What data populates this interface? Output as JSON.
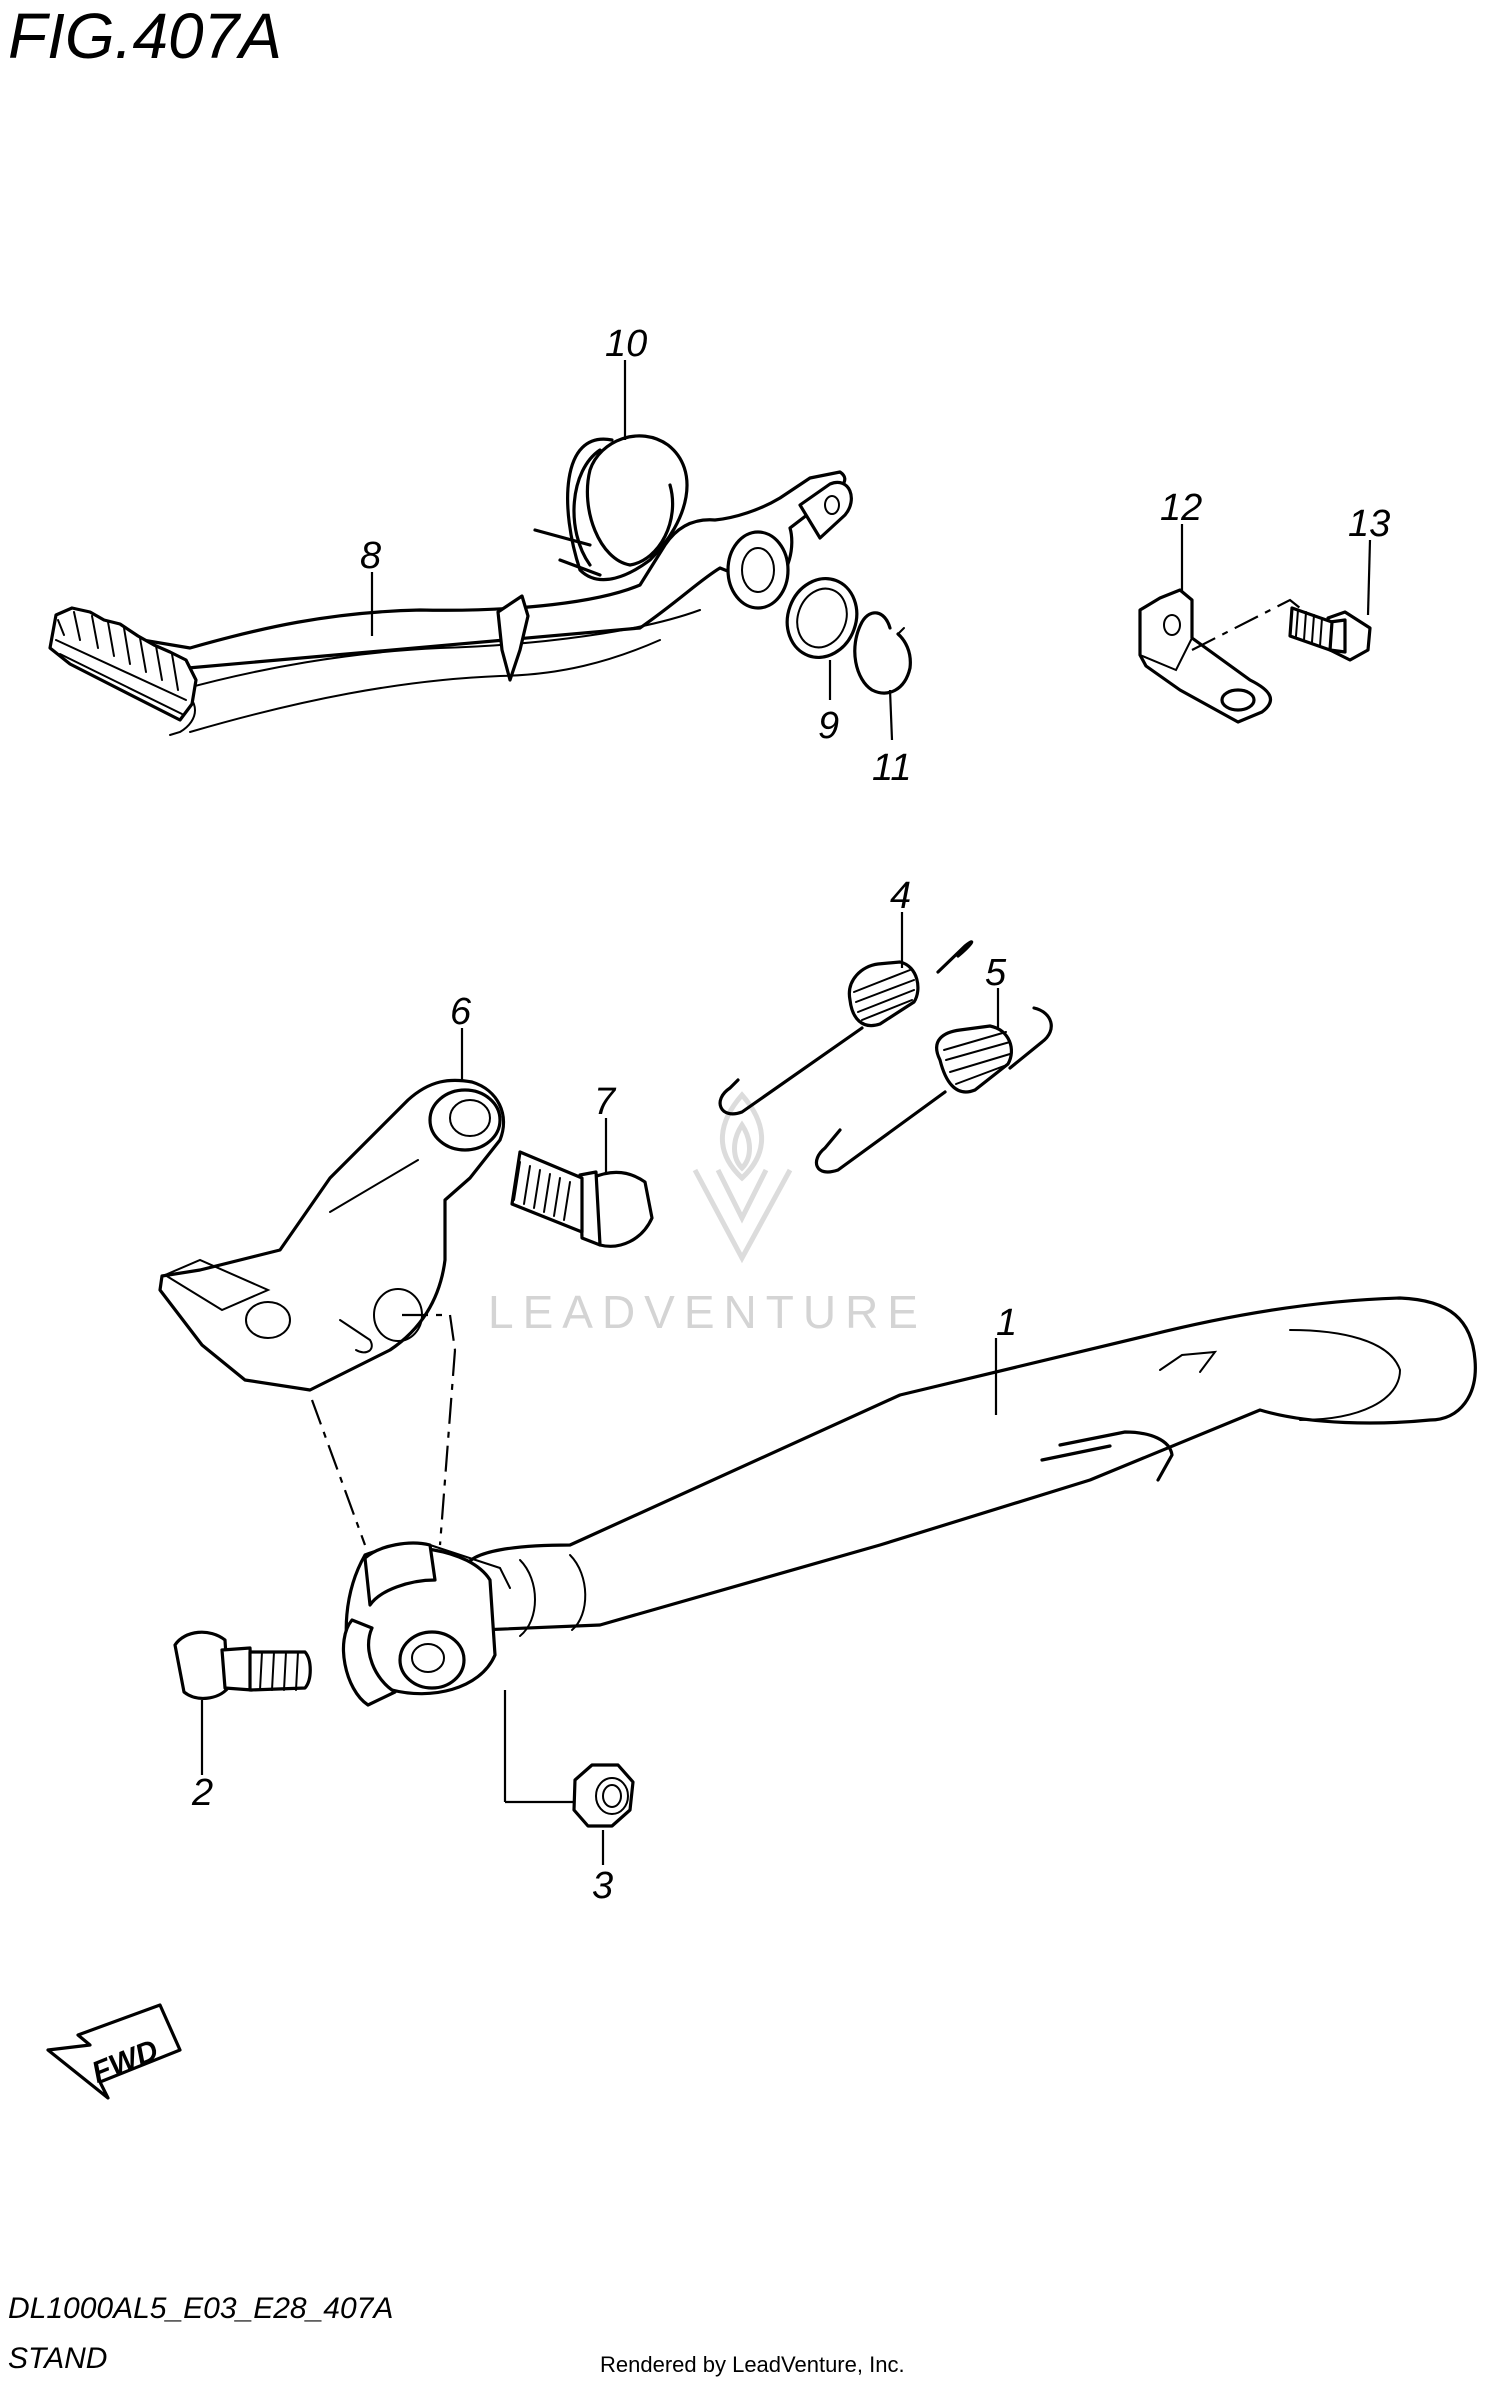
{
  "figure": {
    "title": "FIG.407A",
    "code": "DL1000AL5_E03_E28_407A",
    "name": "STAND",
    "rendered_by": "Rendered by LeadVenture, Inc.",
    "watermark": "LEADVENTURE",
    "fwd_label": "FWD"
  },
  "callouts": [
    {
      "id": "1",
      "label": "1"
    },
    {
      "id": "2",
      "label": "2"
    },
    {
      "id": "3",
      "label": "3"
    },
    {
      "id": "4",
      "label": "4"
    },
    {
      "id": "5",
      "label": "5"
    },
    {
      "id": "6",
      "label": "6"
    },
    {
      "id": "7",
      "label": "7"
    },
    {
      "id": "8",
      "label": "8"
    },
    {
      "id": "9",
      "label": "9"
    },
    {
      "id": "10",
      "label": "10"
    },
    {
      "id": "11",
      "label": "11"
    },
    {
      "id": "12",
      "label": "12"
    },
    {
      "id": "13",
      "label": "13"
    }
  ]
}
